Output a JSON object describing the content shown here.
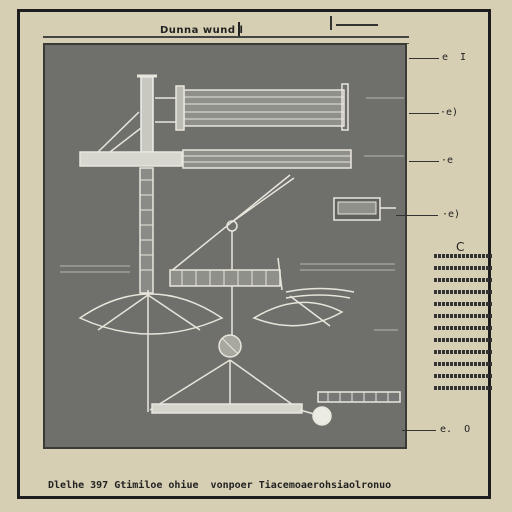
{
  "header": {
    "title": "Dunna wund l"
  },
  "side_marks": [
    {
      "id": "mark-1",
      "text": "e  I"
    },
    {
      "id": "mark-2",
      "text": "·e)"
    },
    {
      "id": "mark-3",
      "text": "·e"
    },
    {
      "id": "mark-4",
      "text": "·e)"
    },
    {
      "id": "mark-5",
      "text": "e.  O"
    }
  ],
  "notes": {
    "glyph": "C"
  },
  "footer": {
    "text": "Dlelhe 397 Gtimiloe ohiue  vonpoer Tiacemoaerohsiaolronuo"
  }
}
